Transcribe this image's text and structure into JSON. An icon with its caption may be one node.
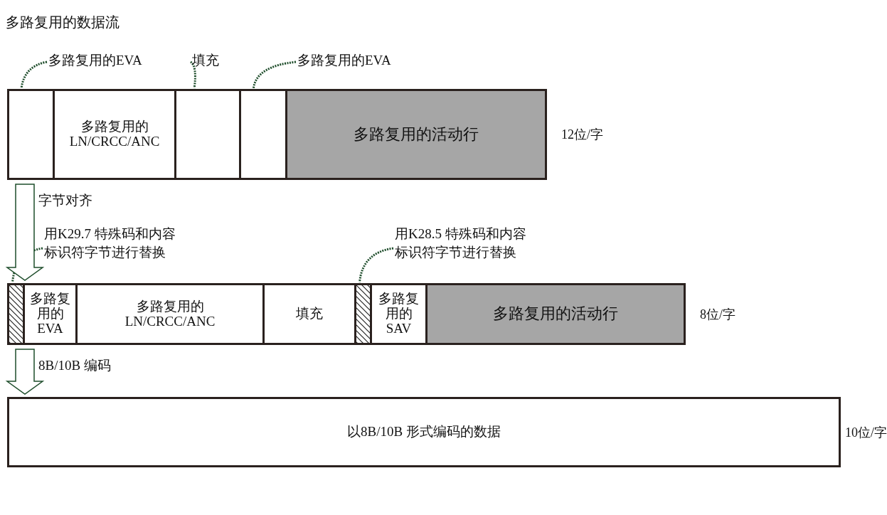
{
  "diagram": {
    "title": "多路复用的数据流",
    "nodes": [
      {
        "text": [],
        "shape": "box"
      },
      {
        "text": [
          "多路复用的 LN/CRCC/ANC"
        ]
      },
      {
        "text": [],
        "shape": "box"
      },
      {
        "text": [],
        "shape": "box"
      },
      {
        "text": [
          "多路复用的活动行"
        ],
        "beside": [
          "12位/字"
        ]
      },
      {
        "text": [
          "多路复用的EVA"
        ]
      },
      {
        "text": [
          "填充"
        ]
      },
      {
        "text": [
          "多路复用的EVA"
        ]
      },
      {
        "text": [],
        "shape": "box"
      },
      {
        "text": [
          "多路复用的 EVA"
        ]
      },
      {
        "text": [
          "多路复用的 LN/CRCC/ANC"
        ]
      },
      {
        "text": [
          "填充"
        ]
      },
      {
        "text": [],
        "shape": "box"
      },
      {
        "text": [
          "多路复用的 SAV"
        ]
      },
      {
        "text": [
          "多路复用的活动行"
        ],
        "beside": [
          "8位/字"
        ]
      },
      {
        "text": [
          "用K29.7 特殊码和内容标识符字节进行替换"
        ]
      },
      {
        "text": [
          "用K28.5 特殊码和内容标识符字节进行替换"
        ]
      },
      {
        "text": [
          "以8B/10B 形式编码的数据"
        ],
        "beside": [
          "10位/字"
        ]
      }
    ],
    "edges": [
      {
        "from": 5,
        "to": 0,
        "arrow": "none",
        "style": "dashed",
        "color": "#1e4d2b"
      },
      {
        "from": 6,
        "to": 2,
        "arrow": "none",
        "style": "dashed",
        "color": "#1e4d2b"
      },
      {
        "from": 7,
        "to": 3,
        "arrow": "none",
        "style": "dashed",
        "color": "#1e4d2b"
      },
      {
        "from": 15,
        "to": 8,
        "arrow": "none",
        "style": "dashed",
        "color": "#1e4d2b"
      },
      {
        "from": 16,
        "to": 12,
        "arrow": "none",
        "style": "dashed",
        "color": "#1e4d2b"
      },
      {
        "from": 0,
        "to": 8,
        "arrow": "to",
        "label": "字节对齐"
      },
      {
        "from": 8,
        "to": 17,
        "arrow": "to",
        "label": "8B/10B 编码"
      }
    ]
  }
}
